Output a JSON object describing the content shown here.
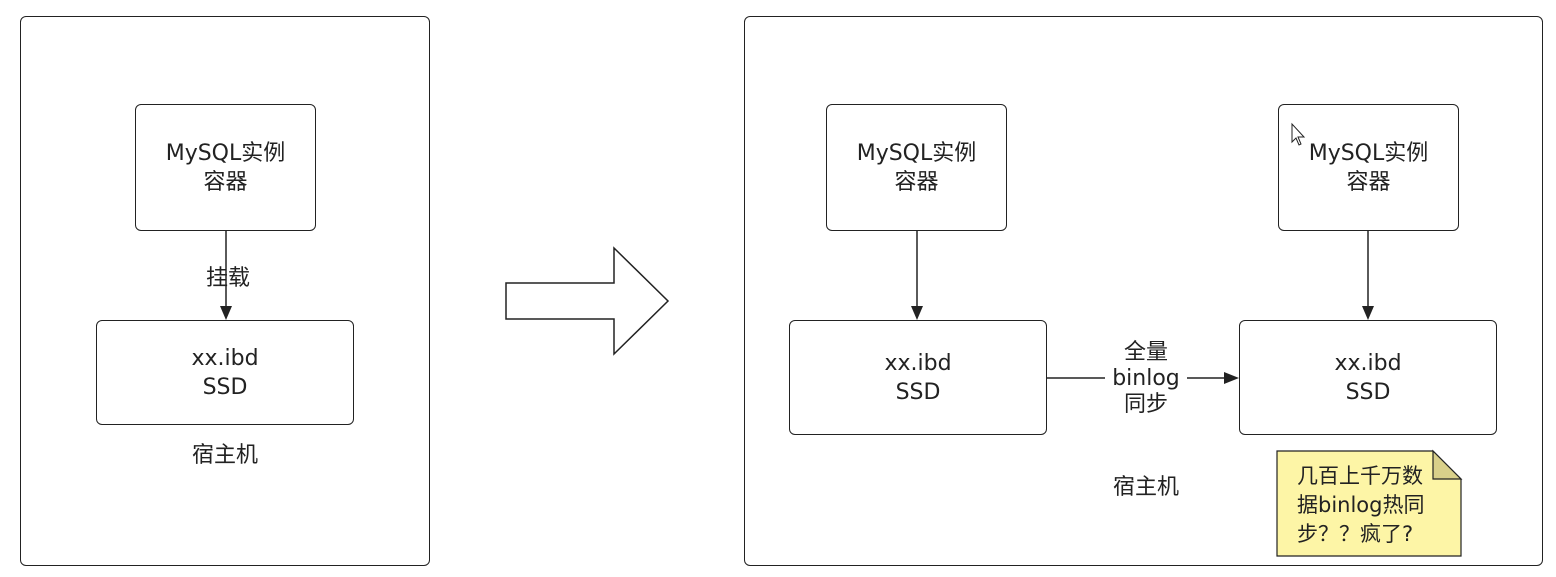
{
  "left_panel": {
    "container_box": {
      "line1": "MySQL实例",
      "line2": "容器"
    },
    "mount_label": "挂载",
    "storage_box": {
      "line1": "xx.ibd",
      "line2": "SSD"
    },
    "host_label": "宿主机"
  },
  "right_panel": {
    "container_a": {
      "line1": "MySQL实例",
      "line2": "容器"
    },
    "container_b": {
      "line1": "MySQL实例",
      "line2": "容器"
    },
    "storage_a": {
      "line1": "xx.ibd",
      "line2": "SSD"
    },
    "storage_b": {
      "line1": "xx.ibd",
      "line2": "SSD"
    },
    "sync_label": {
      "line1": "全量",
      "line2": "binlog",
      "line3": "同步"
    },
    "host_label": "宿主机",
    "note": {
      "line1": "几百上千万数",
      "line2": "据binlog热同",
      "line3": "步？？疯了?",
      "color": "#fdf5a6"
    }
  },
  "colors": {
    "stroke": "#222222",
    "note_fill": "#fdf5a6",
    "note_fold": "#d9d08a"
  }
}
